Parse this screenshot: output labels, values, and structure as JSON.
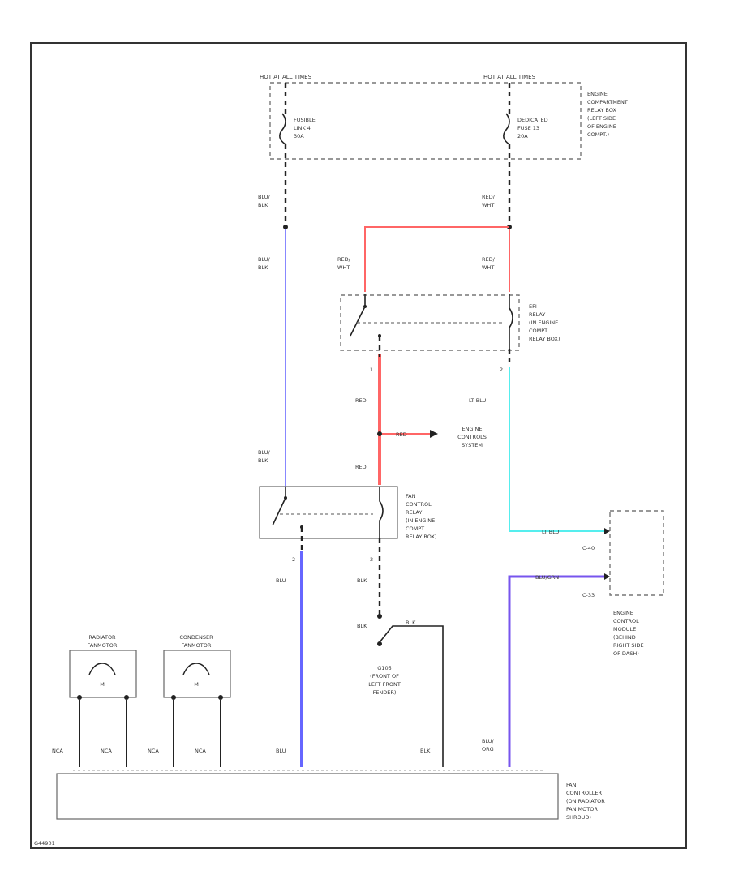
{
  "power": {
    "left_source": "HOT AT ALL TIMES",
    "right_source": "HOT AT ALL TIMES",
    "fusible_link": "FUSIBLE LINK 4 30A",
    "fuse": "DEDICATED FUSE 13 20A",
    "relay_box": "ENGINE COMPARTMENT RELAY BOX (LEFT SIDE OF ENGINE COMPT.)"
  },
  "wires": {
    "blu_blk_1": "BLU/ BLK",
    "blu_blk_2": "BLU/ BLK",
    "blu_blk_3": "BLU/ BLK",
    "red_wht_1": "RED/ WHT",
    "red_wht_2": "RED/ WHT",
    "red_wht_3": "RED/ WHT",
    "red_1": "RED",
    "red_2": "RED",
    "red_arrow": "RED",
    "lt_blu": "LT BLU",
    "lt_blu_ecm": "LT BLU",
    "blu_grn_ecm": "BLU/GRN",
    "blu_1": "BLU",
    "blu_2": "BLU",
    "blk_1": "BLK",
    "blk_2": "BLK",
    "blk_3": "BLK",
    "blk_ground": "BLK",
    "blu_org": "BLU/ ORG",
    "nca_1": "NCA",
    "nca_2": "NCA",
    "nca_3": "NCA",
    "nca_4": "NCA"
  },
  "components": {
    "efi_relay": "EFI RELAY (IN ENGINE COMPT RELAY BOX)",
    "engine_controls": "ENGINE CONTROLS SYSTEM",
    "fan_control_relay": "FAN CONTROL RELAY (IN ENGINE COMPT RELAY BOX)",
    "ground": "G105 (FRONT OF LEFT FRONT FENDER)",
    "ecm": "ENGINE CONTROL MODULE (BEHIND RIGHT SIDE OF DASH)",
    "radiator_fan": "RADIATOR FANMOTOR",
    "condenser_fan": "CONDENSER FANMOTOR",
    "fan_controller": "FAN CONTROLLER (ON RADIATOR FAN MOTOR SHROUD)",
    "motor_symbol": "M"
  },
  "pins": {
    "efi_1": "1",
    "efi_2": "2",
    "fcr_2a": "2",
    "fcr_2b": "2",
    "ecm_c40": "C-40",
    "ecm_c33": "C-33"
  },
  "footer": {
    "code": "G44901"
  }
}
